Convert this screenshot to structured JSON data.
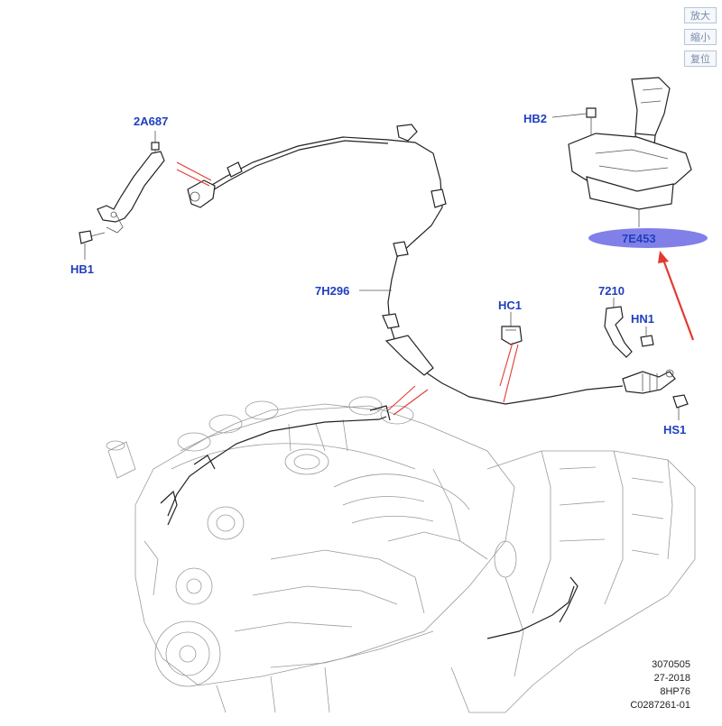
{
  "viewer_controls": {
    "zoom_in": "放大",
    "zoom_out": "縮小",
    "reset": "复位"
  },
  "callouts": {
    "bracket": "2A687",
    "bolt_hb1": "HB1",
    "cable": "7H296",
    "bolt_hb2": "HB2",
    "shifter": "7E453",
    "clip_hc1": "HC1",
    "bracket_7210": "7210",
    "nut_hn1": "HN1",
    "bolt_hs1": "HS1"
  },
  "highlight": {
    "ellipse_color": "#8080e8",
    "arrow_color": "#e23a30"
  },
  "diagram_code": {
    "line1": "3070505",
    "line2": "27-2018",
    "line3": "8HP76",
    "line4": "C0287261-01"
  }
}
